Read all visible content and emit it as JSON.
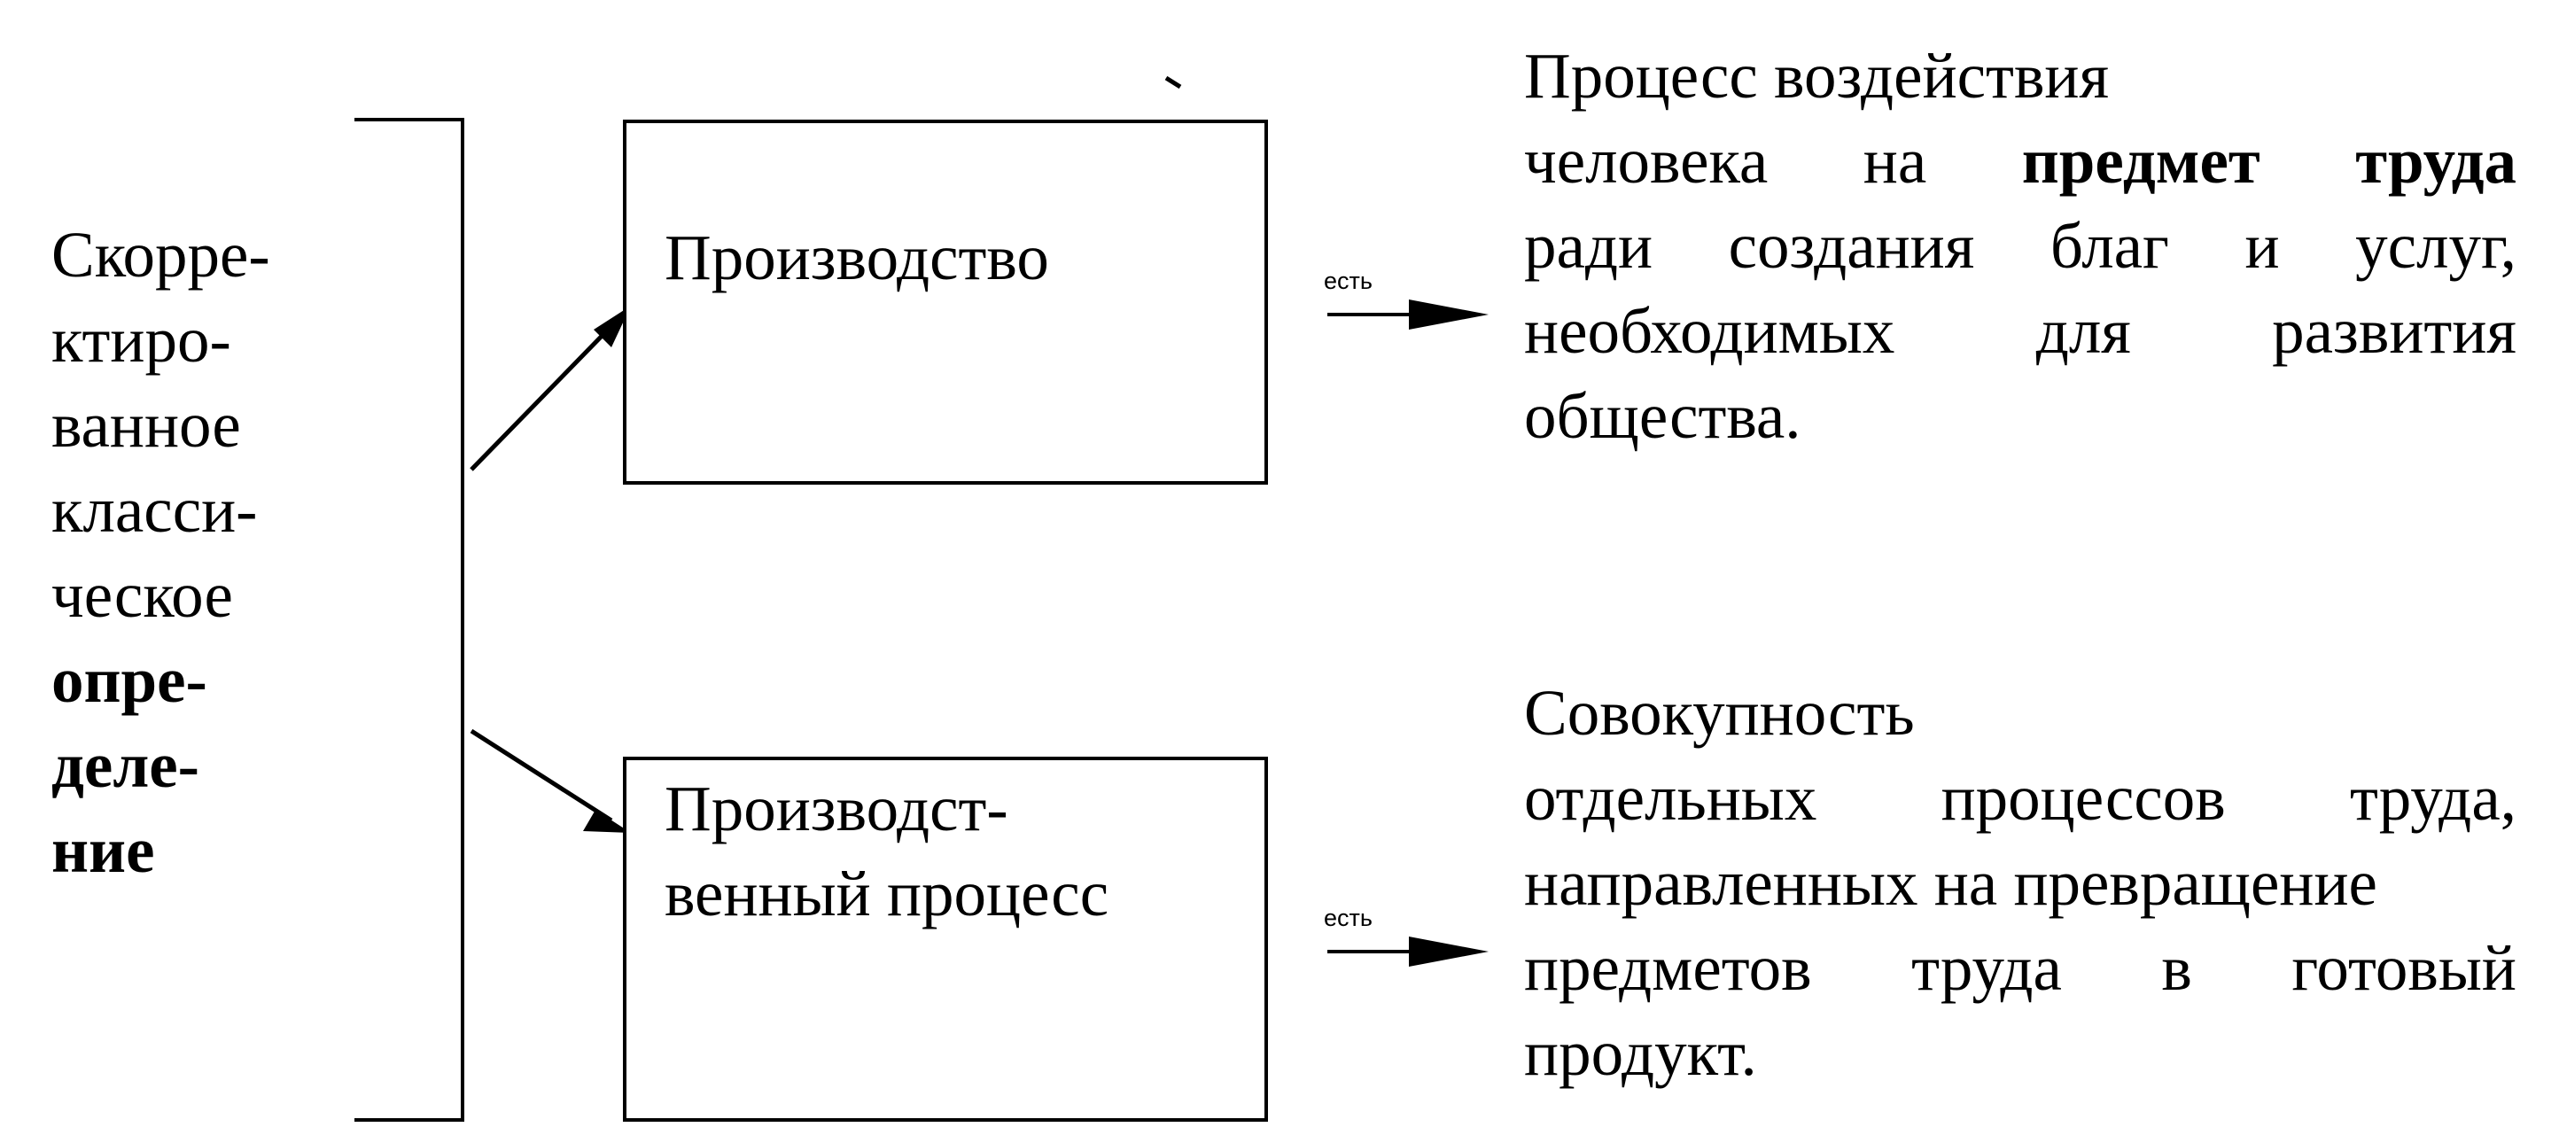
{
  "left_label": {
    "lines": [
      "Скорре-",
      "ктиро-",
      "ванное",
      "класси-",
      "ческое"
    ],
    "bold_lines": [
      "опре-",
      "деле-",
      "ние"
    ]
  },
  "box_top": {
    "label": "Производство"
  },
  "box_bottom": {
    "label_line1": "Производст-",
    "label_line2": "венный процесс"
  },
  "arrow_label": "есть",
  "desc_top": {
    "line1": "Процесс воздействия",
    "line2_words": [
      "человека",
      "на"
    ],
    "line2_bold": [
      "предмет",
      "труда"
    ],
    "line3_words": [
      "ради",
      "создания",
      "благ",
      "и",
      "услуг,"
    ],
    "line4_words": [
      "необходимых",
      "для",
      "развития"
    ],
    "line5": "общества."
  },
  "desc_bottom": {
    "line1": "Совокупность",
    "line2_words": [
      "отдельных",
      "процессов",
      "труда,"
    ],
    "line3": "направленных на превращение",
    "line4_words": [
      "предметов",
      "труда",
      "в",
      "готовый"
    ],
    "line5": "продукт."
  }
}
